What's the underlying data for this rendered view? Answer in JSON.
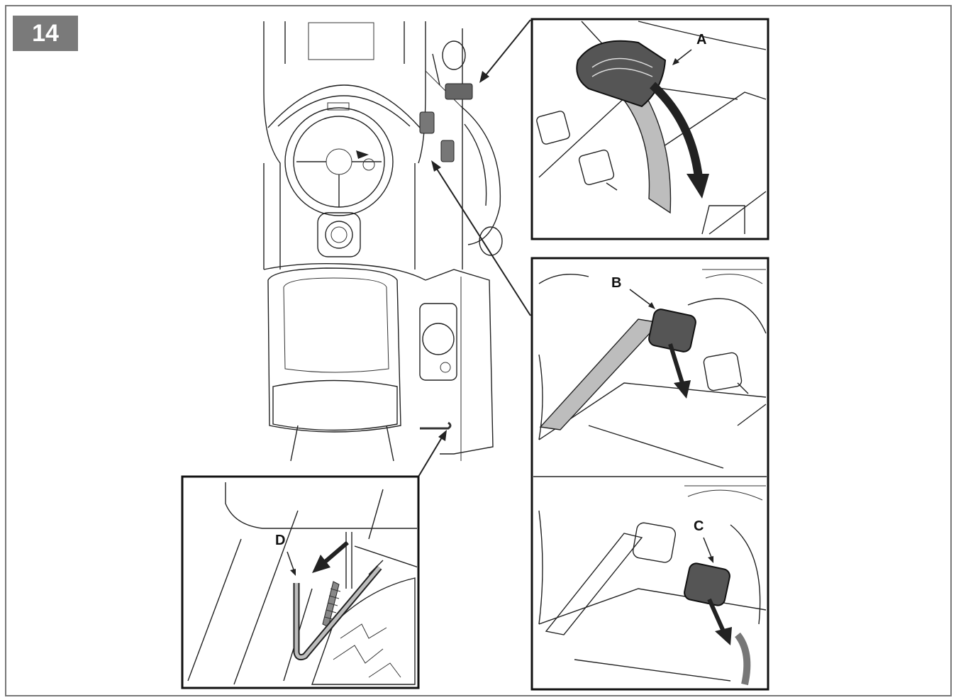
{
  "figure": {
    "number": "14",
    "badge_color": "#7a7a7a"
  },
  "callouts": {
    "a": "A",
    "b": "B",
    "c": "C",
    "d": "D"
  },
  "colors": {
    "pedal_dark": "#555555",
    "lever_gray": "#bdbdbd",
    "line": "#222222"
  },
  "icons": {
    "main_view": "tractor-top-view",
    "panel_a": "brake-pedal-icon",
    "panel_b": "left-brake-pedal-icon",
    "panel_c": "right-brake-pedal-icon",
    "panel_d": "parking-lever-icon"
  }
}
